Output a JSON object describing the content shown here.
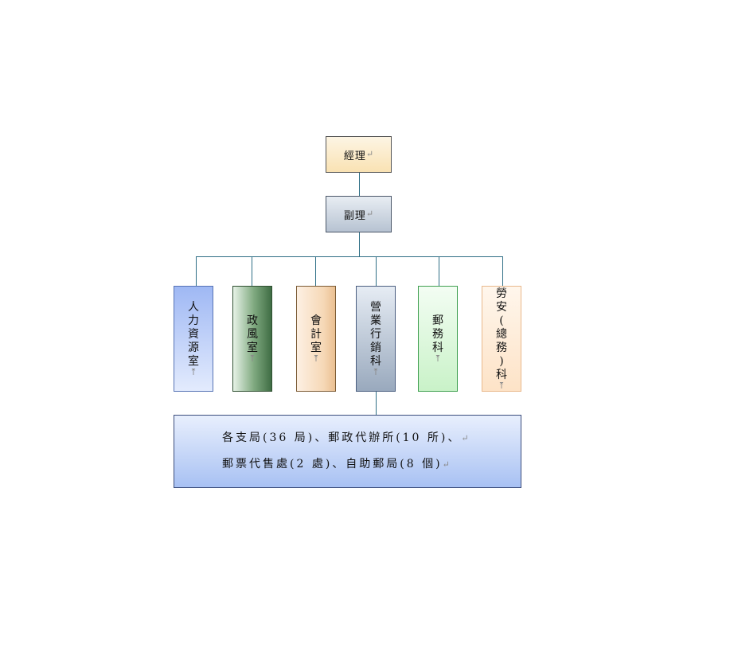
{
  "manager": {
    "label": "經理"
  },
  "deputy": {
    "label": "副理"
  },
  "departments": [
    {
      "chars": [
        "人",
        "力",
        "資",
        "源",
        "室"
      ]
    },
    {
      "chars": [
        "政",
        "風",
        "室"
      ]
    },
    {
      "chars": [
        "會",
        "計",
        "室"
      ]
    },
    {
      "chars": [
        "營",
        "業",
        "行",
        "銷",
        "科"
      ]
    },
    {
      "chars": [
        "郵",
        "務",
        "科"
      ]
    },
    {
      "chars": [
        "勞",
        "安",
        "(",
        "總",
        "務",
        ")",
        "科"
      ]
    }
  ],
  "branch": {
    "line1": "各支局(36 局)、郵政代辦所(10 所)、",
    "line2": "郵票代售處(2 處)、自助郵局(8 個)"
  },
  "marks": {
    "return": "↵",
    "para": "⤒"
  },
  "colors": {
    "connector": "#2f6f86"
  }
}
